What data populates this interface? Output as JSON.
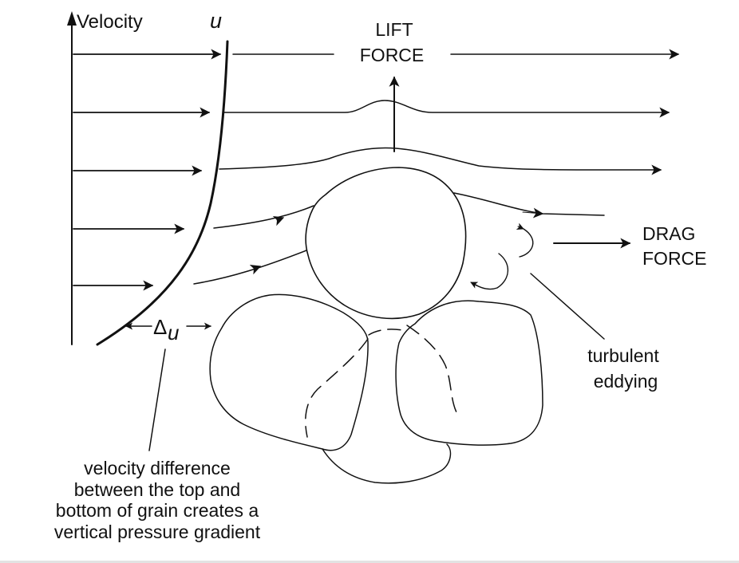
{
  "diagram": {
    "axis_label": "Velocity",
    "profile_label": "u",
    "lift_label_line1": "LIFT",
    "lift_label_line2": "FORCE",
    "drag_label_line1": "DRAG",
    "drag_label_line2": "FORCE",
    "delta_symbol": "Δ",
    "delta_sub": "u",
    "turbulence_label_line1": "turbulent",
    "turbulence_label_line2": "eddying",
    "caption_lines": [
      "velocity difference",
      "between the top and",
      "bottom of grain creates a",
      "vertical pressure gradient"
    ],
    "line_color": "#111111"
  }
}
